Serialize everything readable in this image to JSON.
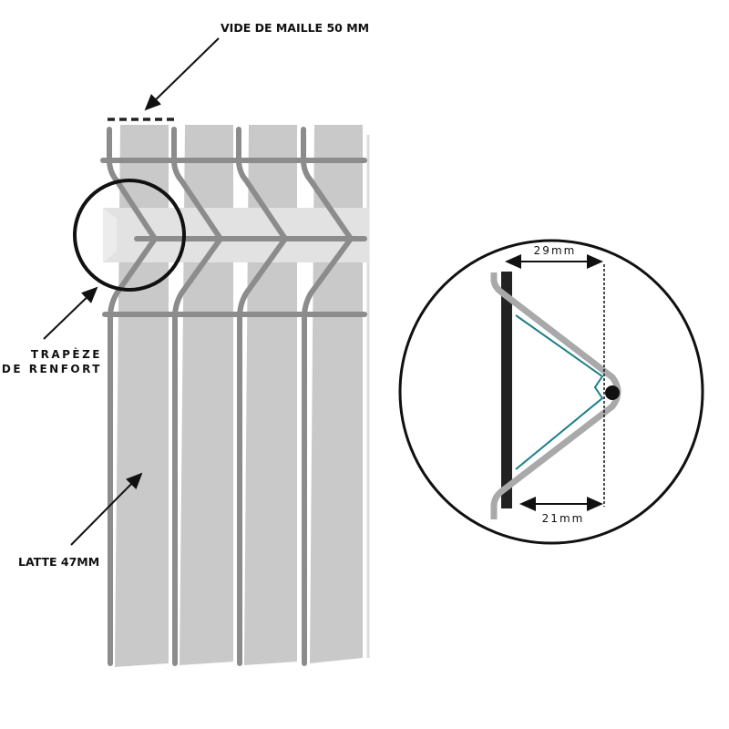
{
  "labels": {
    "mesh_gap": "VIDE DE MAILLE 50 MM",
    "trapeze_line1": "TRAPÈZE",
    "trapeze_line2": "DE RENFORT",
    "slat": "LATTE 47MM"
  },
  "detail": {
    "top_dimension": "29mm",
    "bottom_dimension": "21mm"
  },
  "colors": {
    "slat": "#c9c9c9",
    "band": "#e2e2e2",
    "wire": "#8c8c8c",
    "detail_wire": "#a9a9a9",
    "teal": "#1f7f86",
    "ink": "#111111"
  }
}
